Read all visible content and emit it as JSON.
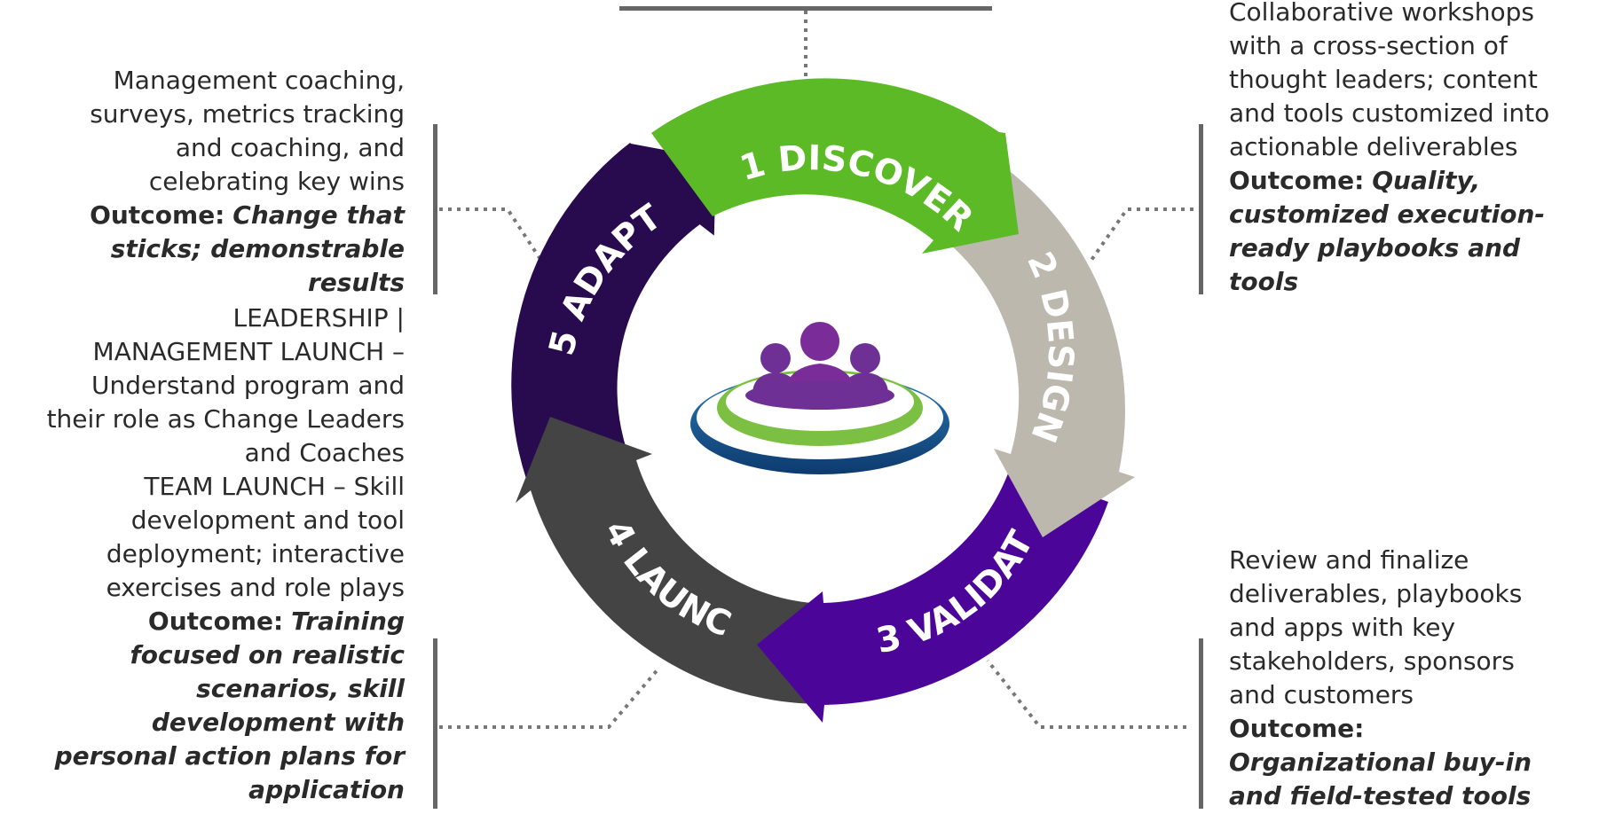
{
  "stages": [
    {
      "number": "1",
      "label": "DISCOVER",
      "color": "#5cba26"
    },
    {
      "number": "2",
      "label": "DESIGN",
      "color": "#bdb8ad"
    },
    {
      "number": "3",
      "label": "VALIDATE",
      "color": "#4b0699"
    },
    {
      "number": "4",
      "label": "LAUNCH",
      "color": "#444444"
    },
    {
      "number": "5",
      "label": "ADAPT",
      "color": "#280a4f"
    }
  ],
  "center_icon": "people-group-icon",
  "descriptions": {
    "design": {
      "body": [
        "Collaborative workshops",
        "with a cross-section of",
        "thought leaders; content",
        "and tools customized into",
        "actionable deliverables"
      ],
      "outcome_label": "Outcome:",
      "outcome_text": [
        "Quality,",
        "customized execution-",
        "ready playbooks and",
        "tools"
      ]
    },
    "validate": {
      "body": [
        "Review and finalize",
        "deliverables, playbooks",
        "and apps with key",
        "stakeholders, sponsors",
        "and customers"
      ],
      "outcome_label": "Outcome:",
      "outcome_text": [
        "Organizational buy-in",
        "and field-tested tools"
      ]
    },
    "adapt": {
      "body": [
        "Management coaching,",
        "surveys, metrics tracking",
        "and coaching, and",
        "celebrating key wins"
      ],
      "outcome_label": "Outcome:",
      "outcome_text": [
        "Change that",
        "sticks; demonstrable",
        "results"
      ]
    },
    "launch": {
      "body": [
        "LEADERSHIP |",
        "MANAGEMENT LAUNCH –",
        "Understand program and",
        "their role as Change Leaders",
        "and Coaches",
        "TEAM LAUNCH – Skill",
        "development and tool",
        "deployment; interactive",
        "exercises and role plays"
      ],
      "outcome_label": "Outcome:",
      "outcome_text": [
        "Training",
        "focused on realistic",
        "scenarios, skill",
        "development with",
        "personal action plans for",
        "application"
      ]
    }
  }
}
